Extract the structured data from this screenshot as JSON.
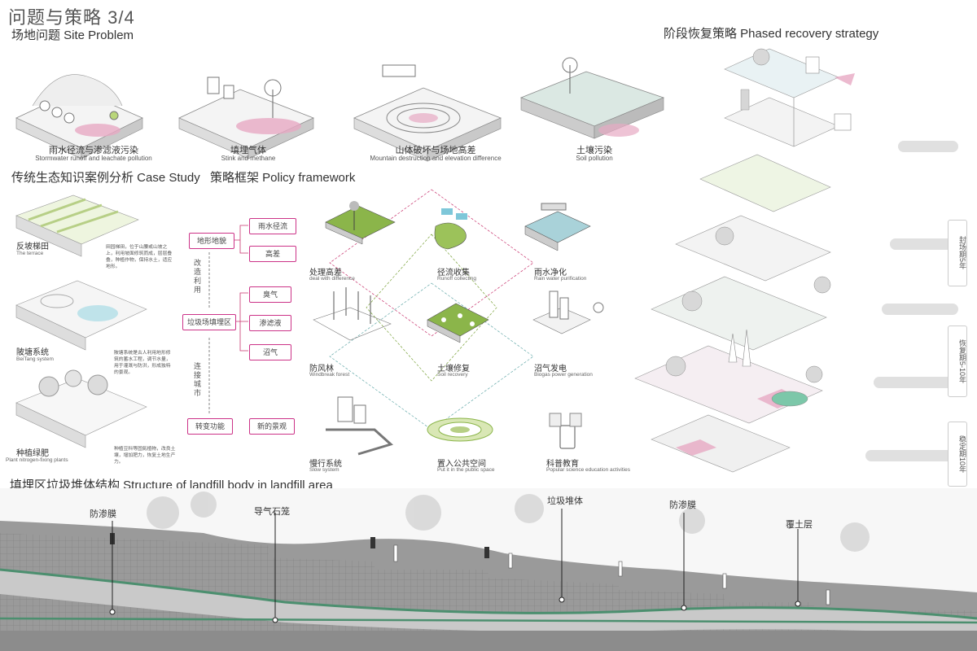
{
  "header": {
    "title": "问题与策略 3/4"
  },
  "site_problem": {
    "title": "场地问题 Site Problem",
    "items": [
      {
        "cn": "雨水径流与渗滤液污染",
        "en": "Stormwater runoff and leachate pollution"
      },
      {
        "cn": "填埋气体",
        "en": "Stink and methane"
      },
      {
        "cn": "山体破坏与场地高差",
        "en": "Mountain destruction and elevation difference"
      },
      {
        "cn": "土壤污染",
        "en": "Soil pollution"
      }
    ]
  },
  "case_study": {
    "title": "传统生态知识案例分析 Case Study",
    "items": [
      {
        "cn": "反坡梯田",
        "en": "The terrace",
        "desc": "田园梯田，位于山腰或山坡之上，利用坡面修筑而成，层层叠叠，种植作物，保持水土，适应地形。"
      },
      {
        "cn": "陂塘系统",
        "en": "BeiTang system",
        "desc": "陂塘系统是古人利用地形修筑的蓄水工程，调节水量，用于灌溉与防洪，形成独特的景观。"
      },
      {
        "cn": "种植绿肥",
        "en": "Plant nitrogen-fixing plants",
        "desc": "种植豆科等固氮植物，改良土壤，增加肥力，恢复土地生产力。"
      }
    ]
  },
  "policy": {
    "title": "策略框架 Policy framework",
    "terrain": "地形地貌",
    "runoff": "雨水径流",
    "elevation": "高差",
    "improve": "改造利用",
    "landfill": "垃圾场填埋区",
    "odor": "臭气",
    "leachate": "渗滤液",
    "biogas": "沼气",
    "connect": "连接城市",
    "transform": "转变功能",
    "newscape": "新的景观"
  },
  "strategies": [
    {
      "cn": "处理高差",
      "en": "deal with difference"
    },
    {
      "cn": "径流收集",
      "en": "Runoff collecting"
    },
    {
      "cn": "雨水净化",
      "en": "Rain water purification"
    },
    {
      "cn": "防风林",
      "en": "Windbreak forest"
    },
    {
      "cn": "土壤修复",
      "en": "Soil recovery"
    },
    {
      "cn": "沼气发电",
      "en": "Biogas power generation"
    },
    {
      "cn": "慢行系统",
      "en": "Slow system"
    },
    {
      "cn": "置入公共空间",
      "en": "Put it in the public space"
    },
    {
      "cn": "科普教育",
      "en": "Popular science education activities"
    }
  ],
  "phased": {
    "title": "阶段恢复策略 Phased recovery strategy",
    "phase1": "封场期5年",
    "phase2": "恢复期5-10年",
    "phase3": "稳定期10年"
  },
  "structure": {
    "title": "填埋区垃圾堆体结构 Structure of landfill body in landfill area",
    "labels": [
      "防渗膜",
      "导气石笼",
      "垃圾堆体",
      "防渗膜",
      "覆土层"
    ]
  },
  "colors": {
    "accent": "#c8346e",
    "green": "#7aa23a",
    "gray": "#8f8f8f"
  }
}
